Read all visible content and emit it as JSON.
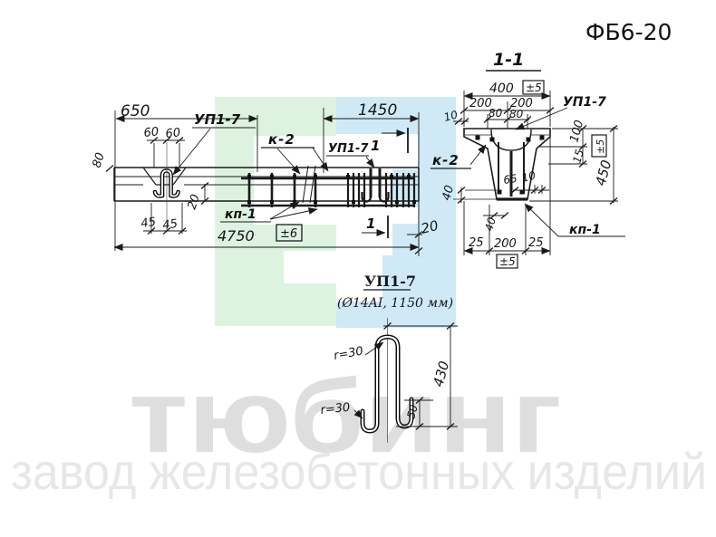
{
  "header": {
    "code": "ФБ6-20"
  },
  "watermark": {
    "line1": "тюбинг",
    "line2": "завод железобетонных изделий"
  },
  "colors": {
    "green": "#ddf3e0",
    "cyan": "#cfeaf6",
    "wm1": "#dedede",
    "wm2": "#e7e7e7",
    "ink": "#1a1a1a"
  },
  "elevation": {
    "label_up17": "УП1-7",
    "label_k2": "к-2",
    "label_kp1": "кп-1",
    "label_up17_sec": "УП1-7",
    "sec_num_top": "1",
    "sec_num_bottom": "1",
    "dim_650": "650",
    "dim_60_1": "60",
    "dim_60_2": "60",
    "dim_80": "80",
    "dim_20_web": "20",
    "dim_45_1": "45",
    "dim_45_2": "45",
    "dim_1450": "1450",
    "dim_20_end": "20",
    "dim_4750": "4750",
    "tol_4750": "±6"
  },
  "section": {
    "title": "1-1",
    "label_up17": "УП1-7",
    "label_k2": "к-2",
    "label_kp1": "кп-1",
    "dim_400": "400",
    "tol_400": "±5",
    "dim_200_1": "200",
    "dim_200_2": "200",
    "dim_80_1": "80",
    "dim_80_2": "80",
    "dim_10_top": "10",
    "dim_100": "100",
    "dim_15": "15",
    "tol_450": "±5",
    "dim_450": "450",
    "dim_65": "65",
    "dim_10_mid": "10",
    "dim_40_left": "40",
    "dim_40_bottom": "40",
    "dim_25_1": "25",
    "dim_200_3": "200",
    "dim_25_2": "25",
    "tol_200": "±5"
  },
  "detail": {
    "title": "УП1-7",
    "subtitle": "(Ø14AI, 1150 мм)",
    "dim_r_top": "r=30",
    "dim_r_bottom": "r=30",
    "dim_430": "430",
    "dim_50": "50"
  }
}
